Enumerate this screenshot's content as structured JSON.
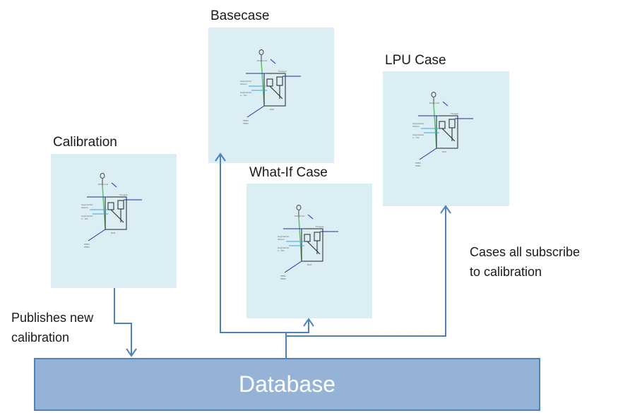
{
  "panels": {
    "calibration": {
      "title": "Calibration"
    },
    "basecase": {
      "title": "Basecase"
    },
    "lpu": {
      "title": "LPU Case"
    },
    "whatif": {
      "title": "What-If Case"
    }
  },
  "notes": {
    "publishes": [
      "Publishes new",
      "calibration"
    ],
    "subscribe": [
      "Cases all subscribe",
      "to calibration"
    ]
  },
  "database": {
    "label": "Database"
  },
  "colors": {
    "panel_fill": "#daeef3",
    "db_fill": "#95b3d7",
    "db_border": "#4f81bd",
    "arrow": "#4f81bd"
  }
}
